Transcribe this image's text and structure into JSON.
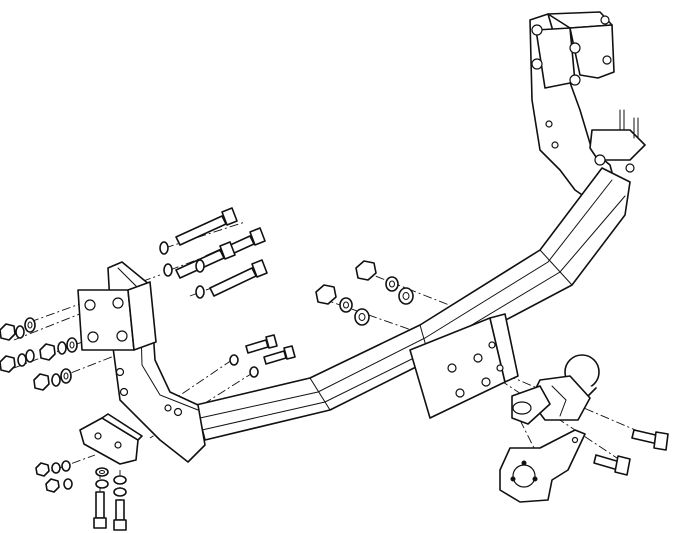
{
  "diagram": {
    "subject": "towbar-assembly-exploded-view",
    "line_color": "#111111",
    "background": "#ffffff",
    "parts": [
      "main-crossbar",
      "right-side-bracket",
      "left-side-bracket",
      "left-mounting-plate",
      "tow-ball",
      "socket-plate",
      "lower-bracket",
      "bolts",
      "nuts",
      "washers"
    ]
  }
}
